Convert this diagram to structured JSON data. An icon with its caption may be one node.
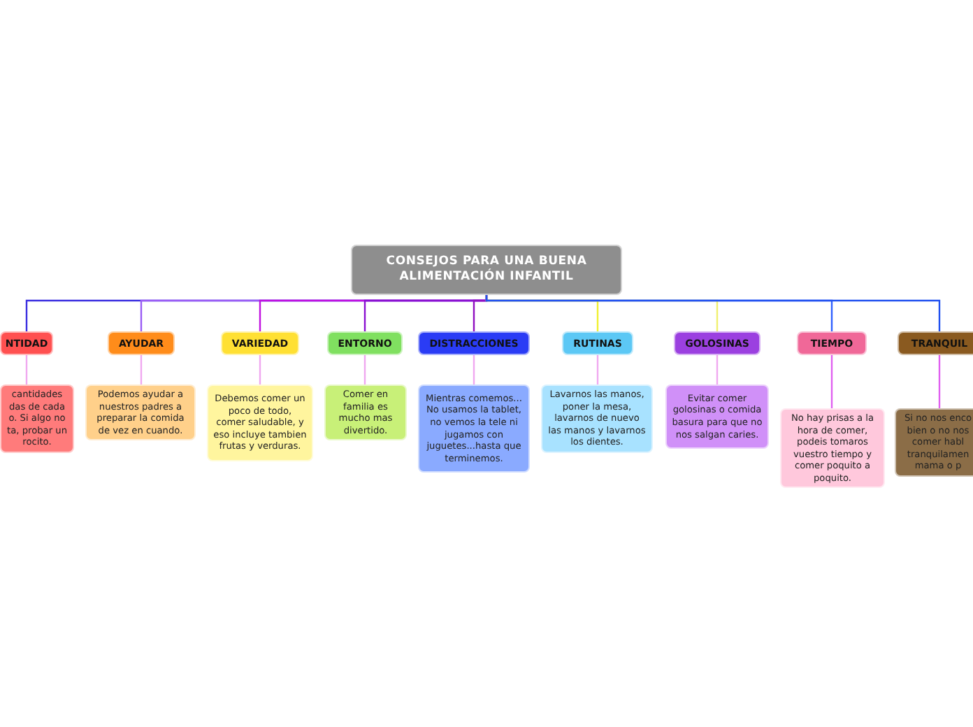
{
  "diagram": {
    "nodes": [
      {
        "text": [
          "CONSEJOS PARA UNA BUENA ALIMENTACIÓN INFANTIL"
        ]
      },
      {
        "text": [
          "NTIDAD"
        ]
      },
      {
        "text": [
          "cantidades das de cada o. Si algo no ta, probar un rocito."
        ]
      },
      {
        "text": [
          "AYUDAR"
        ]
      },
      {
        "text": [
          "Podemos ayudar a nuestros padres a preparar la comida de vez en cuando."
        ]
      },
      {
        "text": [
          "VARIEDAD"
        ]
      },
      {
        "text": [
          "Debemos comer un poco de todo, comer saludable, y eso incluye tambien frutas y verduras."
        ]
      },
      {
        "text": [
          "ENTORNO"
        ]
      },
      {
        "text": [
          "Comer en familia es mucho mas divertido."
        ]
      },
      {
        "text": [
          "DISTRACCIONES"
        ]
      },
      {
        "text": [
          "Mientras comemos... No usamos la tablet, no vemos la tele ni jugamos con juguetes...hasta que terminemos."
        ]
      },
      {
        "text": [
          "RUTINAS"
        ]
      },
      {
        "text": [
          "Lavarnos las manos, poner la mesa, lavarnos de nuevo las manos y lavarnos los dientes."
        ]
      },
      {
        "text": [
          "GOLOSINAS"
        ]
      },
      {
        "text": [
          "Evitar comer golosinas o comida basura para que no nos salgan caries."
        ]
      },
      {
        "text": [
          "TIEMPO"
        ]
      },
      {
        "text": [
          "No hay prisas a la hora de comer, podeis tomaros vuestro tiempo y comer poquito a poquito."
        ]
      },
      {
        "text": [
          "TRANQUIL"
        ]
      },
      {
        "text": [
          "Si no nos enco bien o no nos comer habl tranquilamen mama o p"
        ]
      }
    ],
    "edges": [
      {
        "from": 0,
        "to": 1,
        "arrow": "none",
        "color": "#3a2ee0"
      },
      {
        "from": 1,
        "to": 2,
        "arrow": "none",
        "color": "#f0a8f0"
      },
      {
        "from": 0,
        "to": 3,
        "arrow": "none",
        "color": "#9a5cf5"
      },
      {
        "from": 3,
        "to": 4,
        "arrow": "none",
        "color": "#f0a8f0"
      },
      {
        "from": 0,
        "to": 5,
        "arrow": "none",
        "color": "#c010e0"
      },
      {
        "from": 5,
        "to": 6,
        "arrow": "none",
        "color": "#f0a8f0"
      },
      {
        "from": 0,
        "to": 7,
        "arrow": "none",
        "color": "#8a10d0"
      },
      {
        "from": 7,
        "to": 8,
        "arrow": "none",
        "color": "#f0a8f0"
      },
      {
        "from": 0,
        "to": 9,
        "arrow": "none",
        "color": "#9010c0"
      },
      {
        "from": 9,
        "to": 10,
        "arrow": "none",
        "color": "#f0a8f0"
      },
      {
        "from": 0,
        "to": 11,
        "arrow": "none",
        "color": "#f0f030"
      },
      {
        "from": 11,
        "to": 12,
        "arrow": "none",
        "color": "#f0a8f0"
      },
      {
        "from": 0,
        "to": 13,
        "arrow": "none",
        "color": "#f0f070"
      },
      {
        "from": 13,
        "to": 14,
        "arrow": "none",
        "color": "#f0a8f0"
      },
      {
        "from": 0,
        "to": 15,
        "arrow": "none",
        "color": "#3060ff"
      },
      {
        "from": 15,
        "to": 16,
        "arrow": "none",
        "color": "#e060f0"
      },
      {
        "from": 0,
        "to": 17,
        "arrow": "none",
        "color": "#2050f0"
      },
      {
        "from": 17,
        "to": 18,
        "arrow": "none",
        "color": "#e060f0"
      }
    ]
  }
}
